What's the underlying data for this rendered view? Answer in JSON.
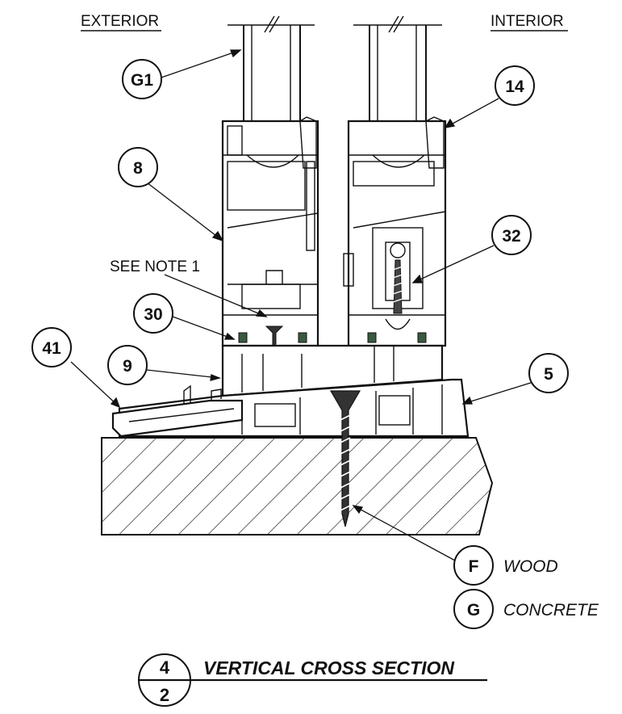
{
  "header": {
    "exterior": "EXTERIOR",
    "interior": "INTERIOR"
  },
  "callouts": {
    "g1": "G1",
    "c14": "14",
    "c8": "8",
    "c32": "32",
    "c30": "30",
    "c41": "41",
    "c9": "9",
    "c5": "5",
    "f": "F",
    "g": "G"
  },
  "notes": {
    "see_note": "SEE NOTE 1"
  },
  "fasteners": {
    "wood": "WOOD",
    "concrete": "CONCRETE"
  },
  "detail": {
    "number": "4",
    "sheet": "2",
    "title": "VERTICAL CROSS SECTION"
  },
  "colors": {
    "line": "#111111",
    "seal": "#3a5a40",
    "background": "#ffffff"
  }
}
